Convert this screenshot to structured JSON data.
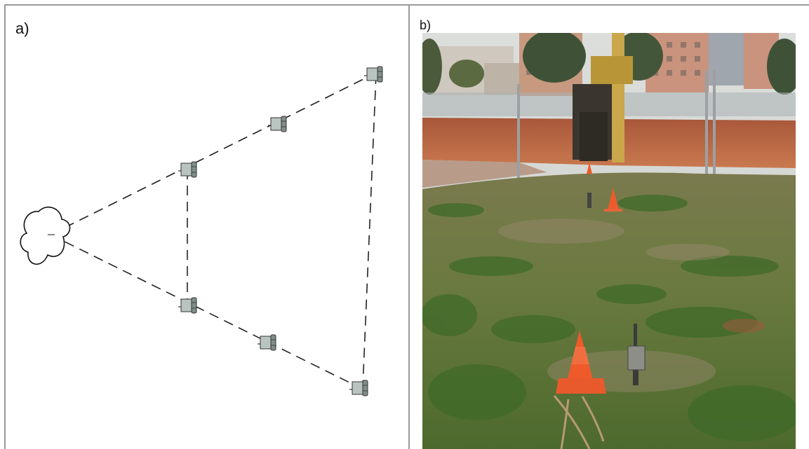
{
  "panels": {
    "a": {
      "label": "a)"
    },
    "b": {
      "label": "b)"
    }
  },
  "diagram": {
    "source_icon": "source-cloud",
    "sensor_icon": "geophone-sensor",
    "sensor_count": 6
  },
  "photo": {
    "scene": "construction-site-grass-field",
    "colors": {
      "sky": "#d9dbd8",
      "soil": "#b5623e",
      "grass": "#5c7d37",
      "cone": "#ef5a2a"
    }
  }
}
